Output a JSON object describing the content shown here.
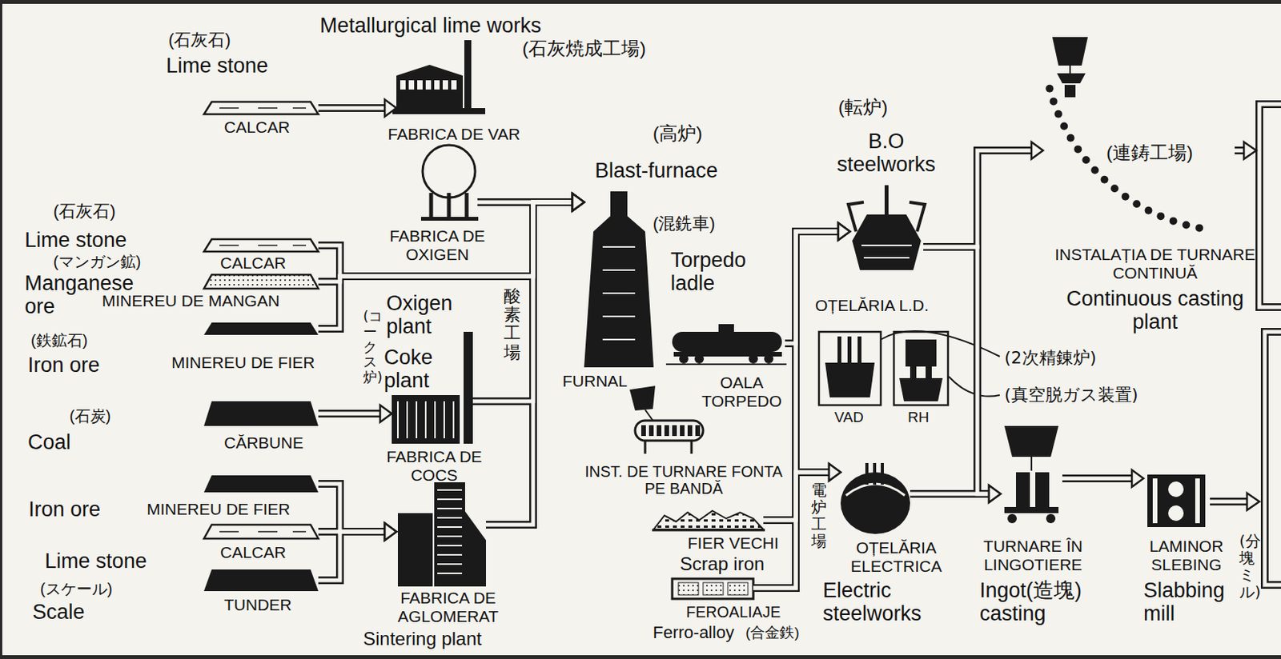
{
  "diagram": {
    "nodes": [
      {
        "text": [
          "(石灰石)",
          "Lime stone",
          "CALCAR"
        ]
      },
      {
        "text": [
          "Metallurgical lime works",
          "(石灰焼成工場)",
          "FABRICA DE VAR"
        ]
      },
      {
        "text": [
          "(石灰石)",
          "Lime stone",
          "CALCAR"
        ]
      },
      {
        "text": [
          "(マンガン鉱)",
          "Manganese ore",
          "MINEREU DE MANGAN"
        ]
      },
      {
        "text": [
          "(鉄鉱石)",
          "Iron ore",
          "MINEREU DE FIER"
        ]
      },
      {
        "text": [
          "Coal",
          "(石炭)",
          "CĂRBUNE"
        ]
      },
      {
        "text": [
          "FABRICA DE OXIGEN",
          "Oxigen plant",
          "酸素工場"
        ]
      },
      {
        "text": [
          "Coke plant",
          "(コークス炉)",
          "FABRICA DE COCS"
        ]
      },
      {
        "text": [
          "Iron ore",
          "MINEREU DE FIER"
        ]
      },
      {
        "text": [
          "Lime stone",
          "CALCAR"
        ]
      },
      {
        "text": [
          "(スケール)",
          "Scale",
          "TUNDER"
        ]
      },
      {
        "text": [
          "FABRICA DE AGLOMERAT",
          "Sintering plant"
        ]
      },
      {
        "text": [
          "(高炉)",
          "Blast-furnace",
          "FURNAL"
        ]
      },
      {
        "text": [
          "(混銑車)",
          "Torpedo ladle",
          "OALA TORPEDO"
        ]
      },
      {
        "text": [
          "INST. DE TURNARE FONTA PE BANDĂ"
        ]
      },
      {
        "text": [
          "FIER VECHI",
          "Scrap iron"
        ]
      },
      {
        "text": [
          "FEROALIAJE",
          "Ferro-alloy",
          "(合金鉄)"
        ]
      },
      {
        "text": [
          "(転炉)",
          "B.O steelworks",
          "OȚELĂRIA L.D."
        ]
      },
      {
        "text": [
          "VAD"
        ]
      },
      {
        "text": [
          "RH"
        ]
      },
      {
        "text": [
          "OȚELĂRIA ELECTRICA",
          "Electric steelworks",
          "電炉工場"
        ]
      },
      {
        "text": [
          "(連鋳工場)",
          "INSTALAȚIA DE TURNARE CONTINUĂ",
          "Continuous casting plant"
        ]
      },
      {
        "text": [
          "TURNARE ÎN LINGOTIERE",
          "Ingot(造塊) casting"
        ]
      },
      {
        "text": [
          "LAMINOR SLEBING",
          "Slabbing mill",
          "(分塊ミル)"
        ]
      }
    ],
    "edges": [
      {
        "from": 0,
        "to": 1,
        "arrow": "to"
      },
      {
        "from": 2,
        "to": 12,
        "arrow": "to"
      },
      {
        "from": 3,
        "to": 12,
        "arrow": "to"
      },
      {
        "from": 4,
        "to": 12,
        "arrow": "to"
      },
      {
        "from": 5,
        "to": 7,
        "arrow": "to"
      },
      {
        "from": 7,
        "to": 12,
        "arrow": "to"
      },
      {
        "from": 6,
        "to": 12,
        "arrow": "to"
      },
      {
        "from": 8,
        "to": 11,
        "arrow": "to"
      },
      {
        "from": 9,
        "to": 11,
        "arrow": "to"
      },
      {
        "from": 10,
        "to": 11,
        "arrow": "to"
      },
      {
        "from": 11,
        "to": 12,
        "arrow": "to"
      },
      {
        "from": 13,
        "to": 17,
        "arrow": "to"
      },
      {
        "from": 15,
        "to": 17,
        "arrow": "to"
      },
      {
        "from": 15,
        "to": 20,
        "arrow": "to"
      },
      {
        "from": 16,
        "to": 17,
        "arrow": "to"
      },
      {
        "from": 16,
        "to": 20,
        "arrow": "to"
      },
      {
        "from": 17,
        "to": 21,
        "arrow": "to"
      },
      {
        "from": 17,
        "to": 22,
        "arrow": "to"
      },
      {
        "from": 20,
        "to": 22,
        "arrow": "to"
      },
      {
        "from": 22,
        "to": 23,
        "arrow": "to"
      }
    ],
    "labels": [
      "(2次精錬炉)",
      "(真空脱ガス装置)"
    ]
  }
}
